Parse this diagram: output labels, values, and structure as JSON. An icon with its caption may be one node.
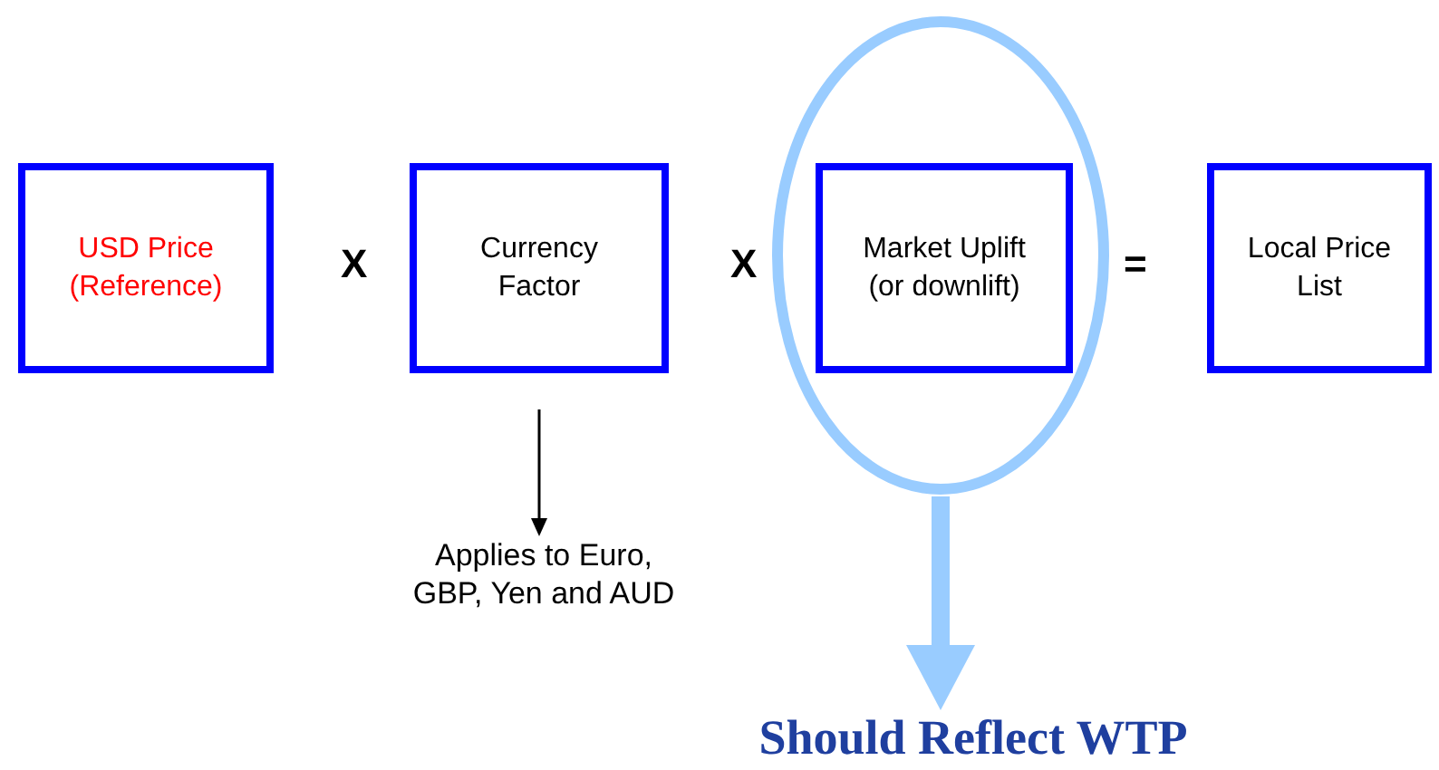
{
  "diagram": {
    "nodes": [
      {
        "text": [
          "USD Price (Reference)"
        ]
      },
      {
        "text": [
          "Currency Factor"
        ]
      },
      {
        "text": [],
        "shape": "circle"
      },
      {
        "text": [
          "Market Uplift (or downlift)"
        ],
        "in": 2
      },
      {
        "text": [
          "Local Price List"
        ]
      },
      {
        "text": [
          "Applies to Euro, GBP, Yen and AUD"
        ]
      },
      {
        "text": [
          "Should Reflect WTP"
        ]
      }
    ],
    "edges": [
      {
        "from": 1,
        "to": 5,
        "arrow": "to"
      },
      {
        "from": 2,
        "to": 6,
        "arrow": "to",
        "style": "thick",
        "color": "#99ccff"
      }
    ],
    "labels": [
      "X",
      "X",
      "="
    ]
  }
}
